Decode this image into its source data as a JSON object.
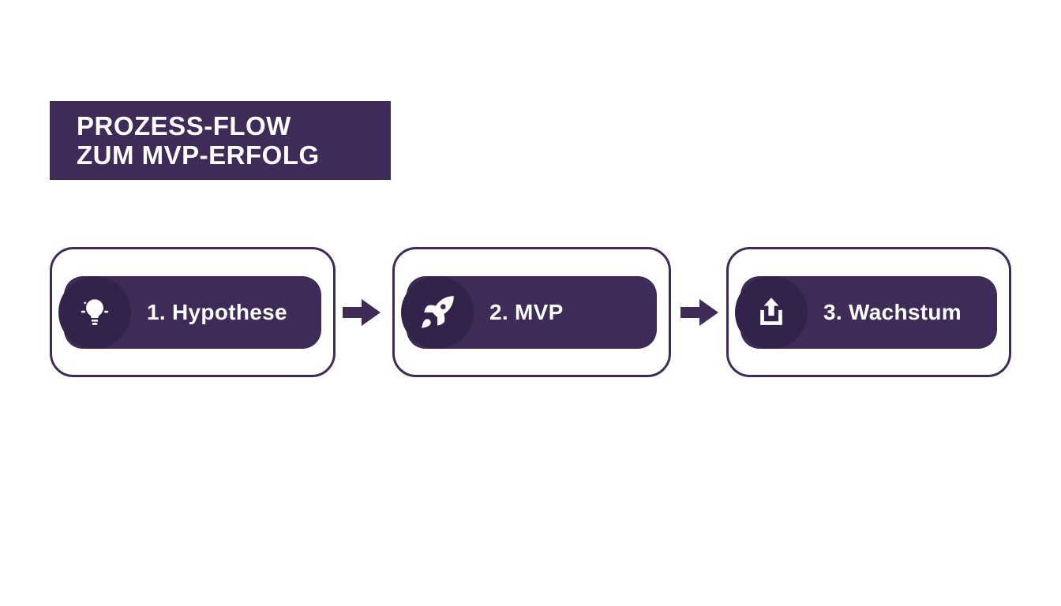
{
  "title": {
    "line1": "PROZESS-FLOW",
    "line2": "ZUM MVP-ERFOLG"
  },
  "steps": [
    {
      "label": "1. Hypothese",
      "icon": "lightbulb-icon"
    },
    {
      "label": "2. MVP",
      "icon": "rocket-icon"
    },
    {
      "label": "3. Wachstum",
      "icon": "upload-arrow-icon"
    }
  ],
  "connectors": [
    {
      "icon": "right-arrow-icon"
    },
    {
      "icon": "right-arrow-icon"
    }
  ],
  "colors": {
    "primary_purple": "#3e2b58",
    "icon_circle_purple": "#332249",
    "background": "#ffffff",
    "text_on_purple": "#ffffff"
  }
}
